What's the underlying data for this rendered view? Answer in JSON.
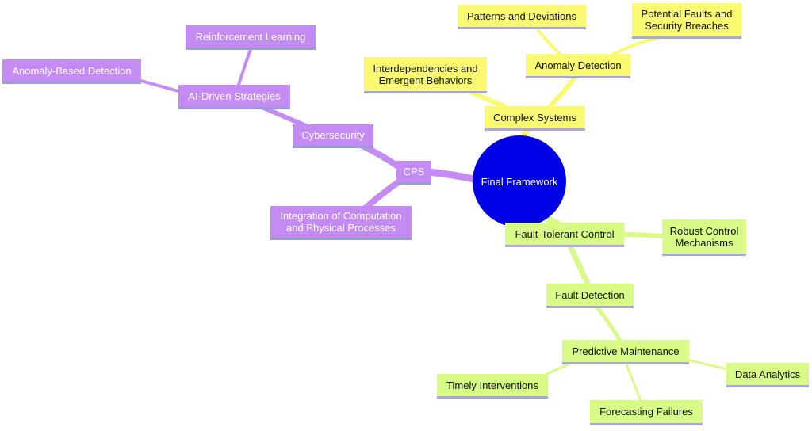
{
  "colors": {
    "purple_branch": "#c48cf2",
    "yellow_branch": "#fafa72",
    "green_branch": "#d8fa86",
    "root": "#0000e6"
  },
  "mindmap": {
    "root": "Final Framework",
    "purple": {
      "cps": "CPS",
      "cybersecurity": "Cybersecurity",
      "ai_driven": "AI-Driven Strategies",
      "reinforcement": "Reinforcement Learning",
      "anomaly_based": "Anomaly-Based Detection",
      "integration": "Integration of Computation\nand Physical Processes"
    },
    "yellow": {
      "complex_systems": "Complex Systems",
      "interdependencies": "Interdependencies and\nEmergent Behaviors",
      "anomaly_detection": "Anomaly Detection",
      "patterns": "Patterns and Deviations",
      "potential_faults": "Potential Faults and\nSecurity Breaches"
    },
    "green": {
      "fault_tolerant": "Fault-Tolerant Control",
      "robust": "Robust Control\nMechanisms",
      "fault_detection": "Fault Detection",
      "predictive": "Predictive Maintenance",
      "data_analytics": "Data Analytics",
      "timely": "Timely Interventions",
      "forecasting": "Forecasting Failures"
    }
  }
}
